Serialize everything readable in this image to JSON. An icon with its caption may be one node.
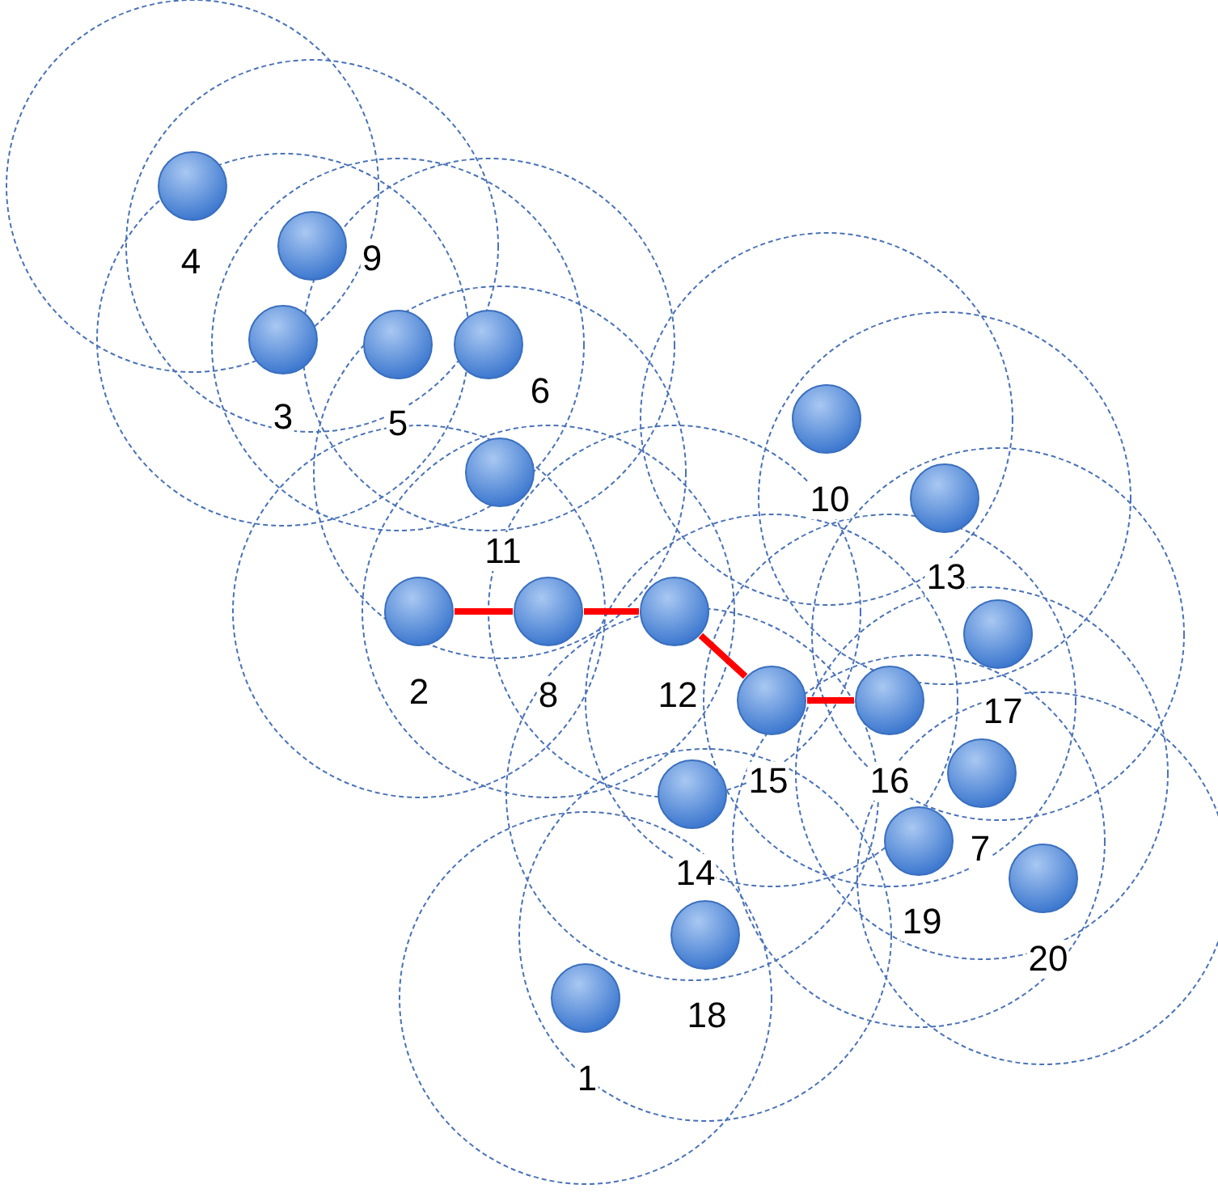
{
  "diagram": {
    "nodes": [
      {
        "text": [],
        "shape": "circle",
        "beside": [
          "4"
        ]
      },
      {
        "text": [],
        "shape": "circle",
        "beside": [
          "9"
        ]
      },
      {
        "text": [],
        "shape": "circle",
        "beside": [
          "3"
        ]
      },
      {
        "text": [],
        "shape": "circle",
        "beside": [
          "5"
        ]
      },
      {
        "text": [],
        "shape": "circle",
        "beside": [
          "6"
        ]
      },
      {
        "text": [],
        "shape": "circle",
        "beside": [
          "11"
        ]
      },
      {
        "text": [],
        "shape": "circle",
        "beside": [
          "10"
        ]
      },
      {
        "text": [],
        "shape": "circle",
        "beside": [
          "13"
        ]
      },
      {
        "text": [],
        "shape": "circle",
        "beside": [
          "2"
        ]
      },
      {
        "text": [],
        "shape": "circle",
        "beside": [
          "8"
        ]
      },
      {
        "text": [],
        "shape": "circle",
        "beside": [
          "12"
        ]
      },
      {
        "text": [],
        "shape": "circle",
        "beside": [
          "17"
        ]
      },
      {
        "text": [],
        "shape": "circle",
        "beside": [
          "15"
        ]
      },
      {
        "text": [],
        "shape": "circle",
        "beside": [
          "16"
        ]
      },
      {
        "text": [],
        "shape": "circle",
        "beside": [
          "7"
        ]
      },
      {
        "text": [],
        "shape": "circle",
        "beside": [
          "14"
        ]
      },
      {
        "text": [],
        "shape": "circle",
        "beside": [
          "19"
        ]
      },
      {
        "text": [],
        "shape": "circle",
        "beside": [
          "20"
        ]
      },
      {
        "text": [],
        "shape": "circle",
        "beside": [
          "18"
        ]
      },
      {
        "text": [],
        "shape": "circle",
        "beside": [
          "1"
        ]
      }
    ],
    "edges": [
      {
        "from": 8,
        "to": 9,
        "arrow": "none"
      },
      {
        "from": 9,
        "to": 10,
        "arrow": "none"
      },
      {
        "from": 10,
        "to": 12,
        "arrow": "none"
      },
      {
        "from": 12,
        "to": 13,
        "arrow": "none"
      }
    ]
  }
}
